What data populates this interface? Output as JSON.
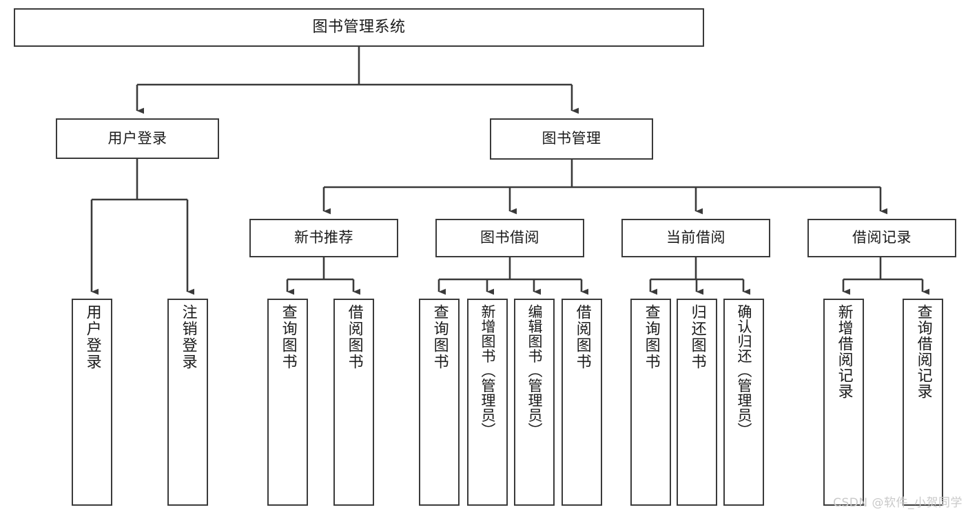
{
  "diagram": {
    "type": "tree",
    "title": "图书管理系统",
    "stroke_color": "#3a3a3a",
    "fill_color": "#ffffff",
    "text_color": "#1a1a1a",
    "nodes": {
      "root": {
        "label": "图书管理系统"
      },
      "level1": [
        {
          "id": "user-login",
          "label": "用户登录"
        },
        {
          "id": "book-manage",
          "label": "图书管理"
        }
      ],
      "level2": [
        {
          "id": "new-book-recommend",
          "label": "新书推荐"
        },
        {
          "id": "book-borrow",
          "label": "图书借阅"
        },
        {
          "id": "current-borrow",
          "label": "当前借阅"
        },
        {
          "id": "borrow-record",
          "label": "借阅记录"
        }
      ],
      "leaves": {
        "user_login": [
          {
            "id": "leaf-user-login",
            "label": "用户登录"
          },
          {
            "id": "leaf-logout",
            "label": "注销登录"
          }
        ],
        "new_book_recommend": [
          {
            "id": "leaf-query-book-1",
            "label": "查询图书"
          },
          {
            "id": "leaf-borrow-book-1",
            "label": "借阅图书"
          }
        ],
        "book_borrow": [
          {
            "id": "leaf-query-book-2",
            "label": "查询图书"
          },
          {
            "id": "leaf-add-book",
            "label": "新增图书（管理员）"
          },
          {
            "id": "leaf-edit-book",
            "label": "编辑图书（管理员）"
          },
          {
            "id": "leaf-borrow-book-2",
            "label": "借阅图书"
          }
        ],
        "current_borrow": [
          {
            "id": "leaf-query-book-3",
            "label": "查询图书"
          },
          {
            "id": "leaf-return-book",
            "label": "归还图书"
          },
          {
            "id": "leaf-confirm-return",
            "label": "确认归还（管理员）"
          }
        ],
        "borrow_record": [
          {
            "id": "leaf-add-record",
            "label": "新增借阅记录"
          },
          {
            "id": "leaf-query-record",
            "label": "查询借阅记录"
          }
        ]
      }
    }
  },
  "watermark": {
    "text": "CSDN @软件_小贺同学"
  }
}
